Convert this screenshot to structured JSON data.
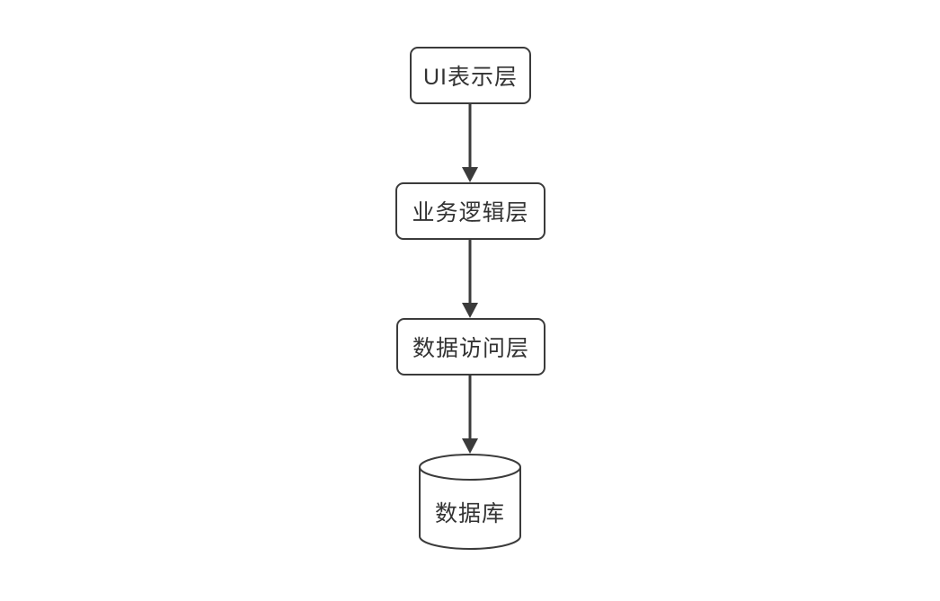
{
  "diagram": {
    "type": "layered-architecture-flowchart",
    "background_color": "#ffffff",
    "stroke_color": "#3b3b3b",
    "text_color": "#333333",
    "nodes": [
      {
        "id": "ui-layer",
        "label": "UI表示层",
        "shape": "rounded-rect"
      },
      {
        "id": "business-logic-layer",
        "label": "业务逻辑层",
        "shape": "rounded-rect"
      },
      {
        "id": "data-access-layer",
        "label": "数据访问层",
        "shape": "rounded-rect"
      },
      {
        "id": "database",
        "label": "数据库",
        "shape": "cylinder"
      }
    ],
    "edges": [
      {
        "from": "ui-layer",
        "to": "business-logic-layer",
        "style": "solid-arrow-down"
      },
      {
        "from": "business-logic-layer",
        "to": "data-access-layer",
        "style": "solid-arrow-down"
      },
      {
        "from": "data-access-layer",
        "to": "database",
        "style": "solid-arrow-down"
      }
    ]
  }
}
